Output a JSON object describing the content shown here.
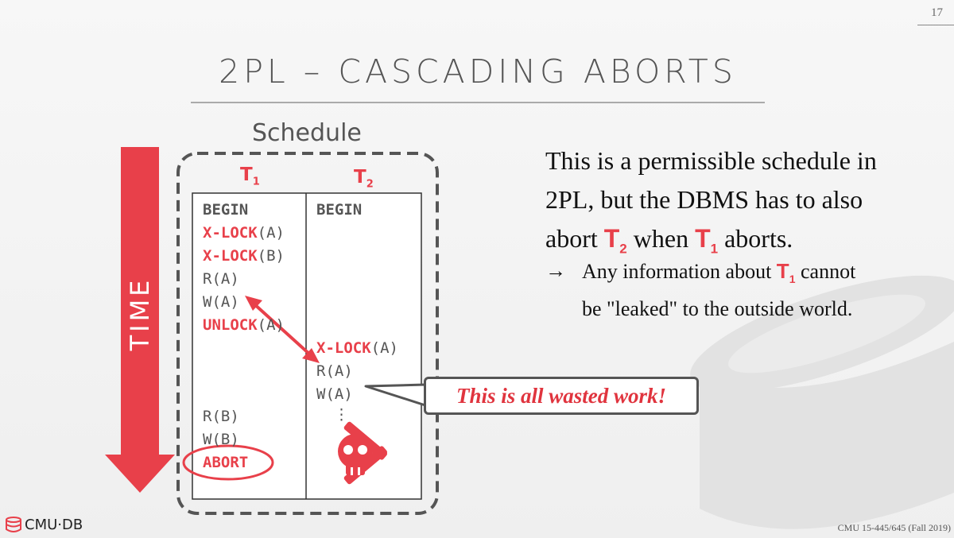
{
  "page_number": "17",
  "title": "2PL – CASCADING ABORTS",
  "schedule": {
    "label": "Schedule",
    "time_label": "TIME",
    "t1_head": "T",
    "t1_sub": "1",
    "t2_head": "T",
    "t2_sub": "2",
    "t1_ops": [
      {
        "op": "BEGIN",
        "arg": "",
        "style": "bold"
      },
      {
        "op": "X-LOCK",
        "arg": "(A)",
        "style": "red"
      },
      {
        "op": "X-LOCK",
        "arg": "(B)",
        "style": "red"
      },
      {
        "op": "R(A)",
        "arg": "",
        "style": "plain"
      },
      {
        "op": "W(A)",
        "arg": "",
        "style": "plain"
      },
      {
        "op": "UNLOCK",
        "arg": "(A)",
        "style": "red"
      },
      {
        "op": "R(B)",
        "arg": "",
        "style": "plain"
      },
      {
        "op": "W(B)",
        "arg": "",
        "style": "plain"
      },
      {
        "op": "ABORT",
        "arg": "",
        "style": "red"
      }
    ],
    "t2_ops": [
      {
        "op": "BEGIN",
        "arg": "",
        "style": "bold"
      },
      {
        "op": "X-LOCK",
        "arg": "(A)",
        "style": "red"
      },
      {
        "op": "R(A)",
        "arg": "",
        "style": "plain"
      },
      {
        "op": "W(A)",
        "arg": "",
        "style": "plain"
      },
      {
        "op": "⋮",
        "arg": "",
        "style": "plain"
      }
    ],
    "skull_icon": "skull-crossbones-icon"
  },
  "main_text": {
    "line1": "This is a permissible schedule in",
    "line2": "2PL, but the DBMS has to also",
    "line3_a": "abort ",
    "line3_t2": "T",
    "line3_t2_sub": "2",
    "line3_b": " when ",
    "line3_t1": "T",
    "line3_t1_sub": "1",
    "line3_c": " aborts."
  },
  "bullet": {
    "arrow": "→",
    "text_a": "Any information about ",
    "text_t": "T",
    "text_t_sub": "1",
    "text_b": " cannot",
    "text_c": "be \"leaked\" to the outside world."
  },
  "callout": "This is all wasted work!",
  "footer": {
    "logo": "CMU·DB",
    "course": "CMU 15-445/645 (Fall 2019)"
  },
  "colors": {
    "accent_red": "#e8404a",
    "text_gray": "#555555"
  }
}
